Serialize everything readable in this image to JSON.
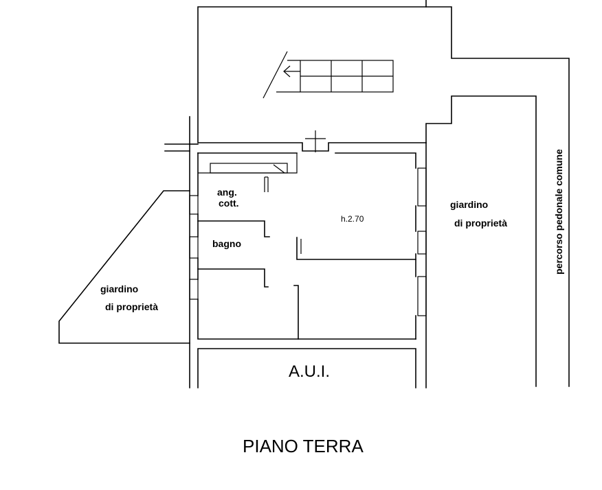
{
  "plan": {
    "title": "PIANO TERRA",
    "height_note": "h.2.70",
    "rooms": {
      "kitchenette_line1": "ang.",
      "kitchenette_line2": "cott.",
      "bathroom": "bagno"
    },
    "garden_right_line1": "giardino",
    "garden_right_line2": "di proprietà",
    "garden_left_line1": "giardino",
    "garden_left_line2": "di proprietà",
    "walkway": "percorso pedonale comune",
    "common_area": "A.U.I."
  }
}
